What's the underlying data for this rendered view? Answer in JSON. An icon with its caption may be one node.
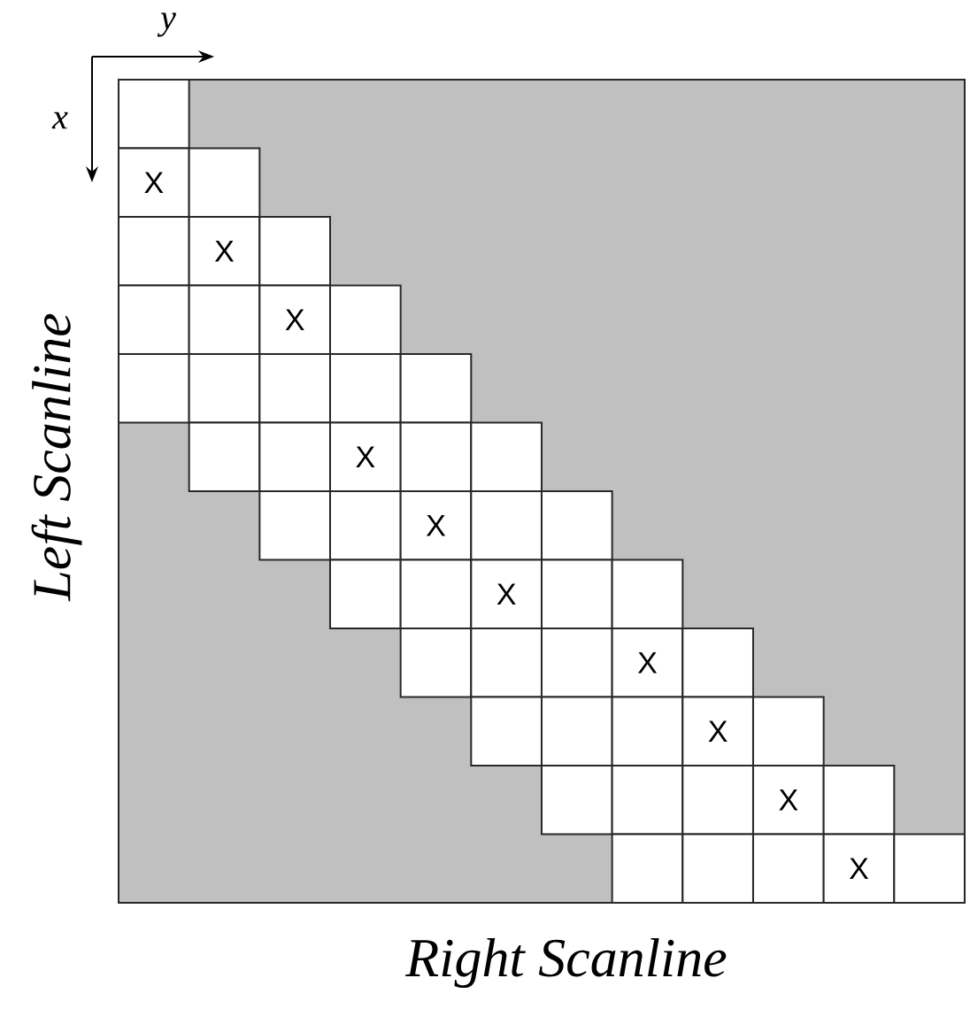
{
  "diagram": {
    "labels": [
      "y",
      "x",
      "Left Scanline",
      "X",
      "X",
      "X",
      "X",
      "X",
      "X",
      "X",
      "X",
      "X",
      "X",
      "Right Scanline"
    ]
  }
}
